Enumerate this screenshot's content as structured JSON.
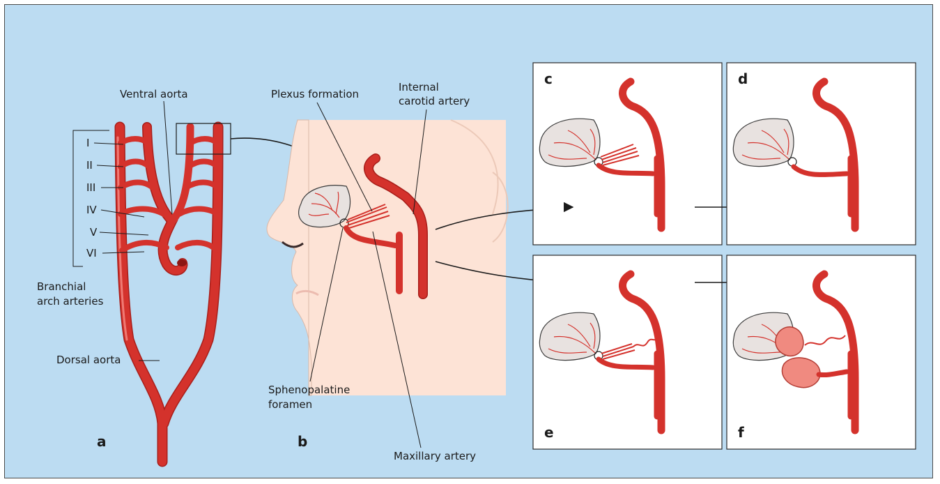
{
  "panels": {
    "a": "a",
    "b": "b",
    "c": "c",
    "d": "d",
    "e": "e",
    "f": "f"
  },
  "labels": {
    "ventral_aorta": "Ventral aorta",
    "arch_I": "I",
    "arch_II": "II",
    "arch_III": "III",
    "arch_IV": "IV",
    "arch_V": "V",
    "arch_VI": "VI",
    "branchial_line1": "Branchial",
    "branchial_line2": "arch arteries",
    "dorsal_aorta": "Dorsal aorta",
    "plexus_formation": "Plexus formation",
    "internal_line1": "Internal",
    "internal_line2": "carotid artery",
    "spheno_line1": "Sphenopalatine",
    "spheno_line2": "foramen",
    "maxillary_artery": "Maxillary artery"
  },
  "colors": {
    "background": "#bcdcf2",
    "artery": "#d4322c",
    "skin": "#fde3d6",
    "tumor": "#e8e2e0"
  }
}
